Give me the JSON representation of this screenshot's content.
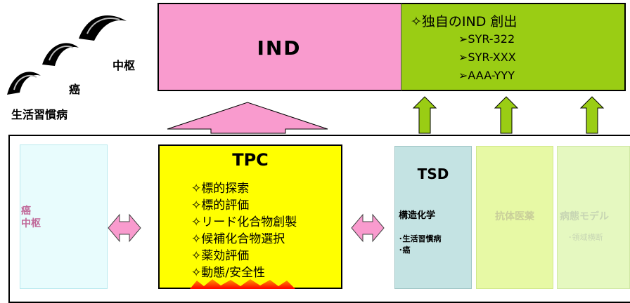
{
  "top_box": {
    "title": "IND",
    "original_heading": "✧独自のIND 創出",
    "compounds": [
      "➢SYR-322",
      "➢SYR-XXX",
      "➢AAA-YYY"
    ]
  },
  "left_labels": {
    "cns": "中枢",
    "cancer": "癌",
    "lifestyle": "生活習慣病"
  },
  "left_panel": {
    "line1": "癌",
    "line2": "中枢"
  },
  "tpc": {
    "title": "TPC",
    "items": [
      "✧標的探索",
      "✧標的評価",
      "✧リード化合物創製",
      "✧候補化合物選択",
      "✧薬効評価",
      "✧動態/安全性"
    ]
  },
  "tsd": {
    "title": "TSD",
    "subtitle": "構造化学",
    "items": [
      "･生活習慣病",
      "･癌"
    ]
  },
  "antibody": {
    "title": "抗体医薬"
  },
  "disease_model": {
    "title": "病態モデル",
    "subtitle": "･領域横断"
  },
  "colors": {
    "ind_pink": "#f99bce",
    "ind_green": "#9acd14",
    "tpc_yellow": "#ffff00",
    "arrow_green": "#9acd14",
    "arrow_pink": "#f99bce"
  }
}
